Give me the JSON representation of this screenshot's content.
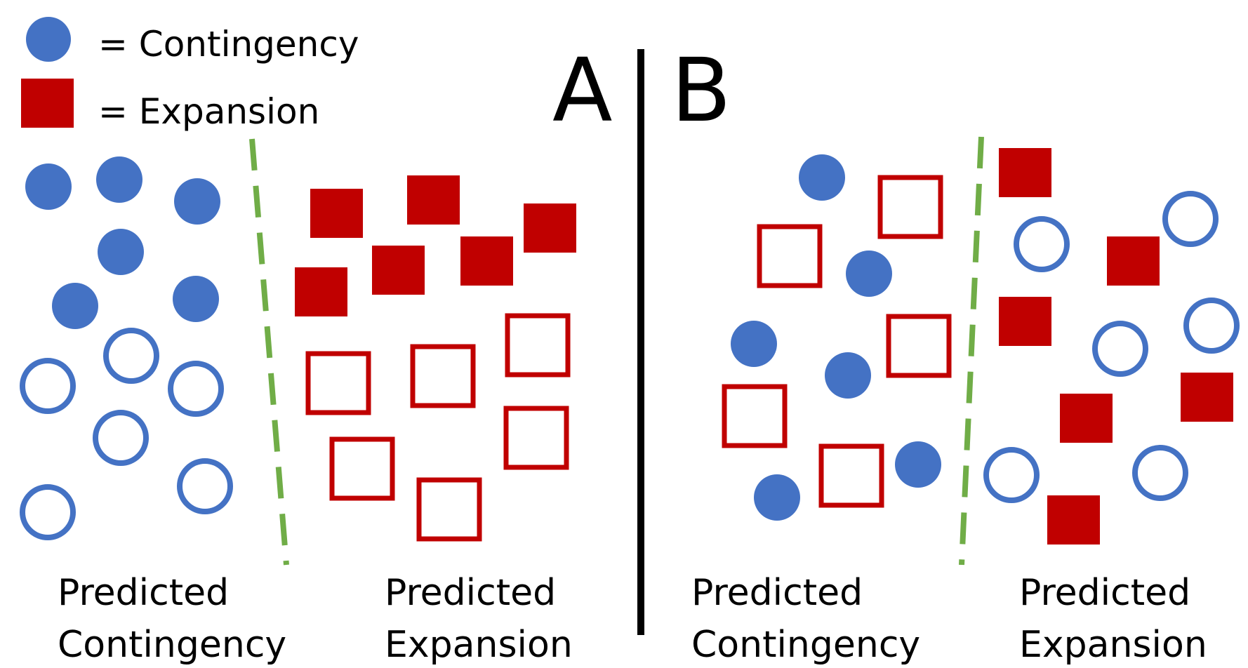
{
  "colors": {
    "contingency": "#4472c4",
    "expansion": "#c00000",
    "boundary": "#70ad47",
    "divider": "#000000",
    "background": "#ffffff"
  },
  "legend": {
    "contingency_label": "= Contingency",
    "expansion_label": "= Expansion"
  },
  "panels": {
    "a": {
      "letter": "A",
      "left_caption": [
        "Predicted",
        "Contingency"
      ],
      "right_caption": [
        "Predicted",
        "Expansion"
      ]
    },
    "b": {
      "letter": "B",
      "left_caption": [
        "Predicted",
        "Contingency"
      ],
      "right_caption": [
        "Predicted",
        "Expansion"
      ]
    }
  }
}
